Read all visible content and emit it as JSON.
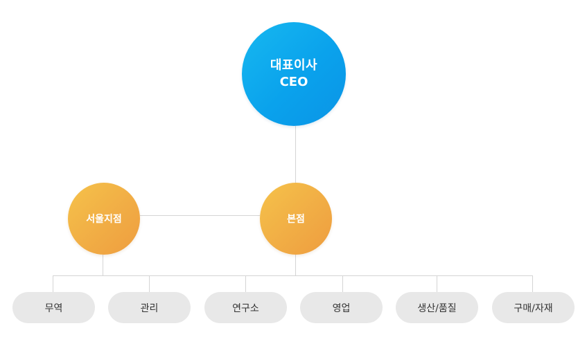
{
  "ceo": {
    "title_ko": "대표이사",
    "title_en": "CEO"
  },
  "branches": {
    "seoul": "서울지점",
    "headquarters": "본점"
  },
  "departments": [
    {
      "label": "무역"
    },
    {
      "label": "관리"
    },
    {
      "label": "연구소"
    },
    {
      "label": "영업"
    },
    {
      "label": "생산/품질"
    },
    {
      "label": "구매/자재"
    }
  ],
  "colors": {
    "ceo": "#0aa2ec",
    "branch": "#f1ad45",
    "department": "#e8e8e8",
    "connector": "#d4d4d4"
  }
}
